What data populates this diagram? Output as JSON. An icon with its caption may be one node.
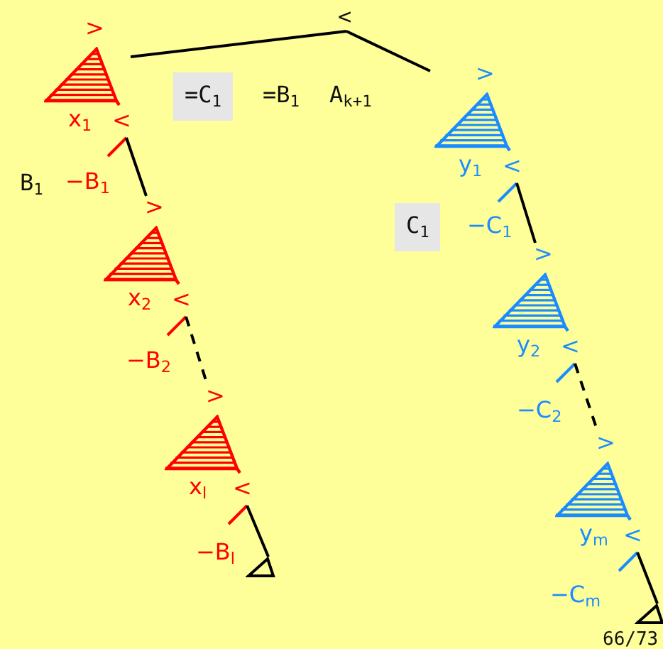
{
  "diagram": {
    "nodes": [
      {
        "text": [
          "<"
        ]
      },
      {
        "text": [
          "x$_{1}$"
        ],
        "beside": [
          ">",
          "<"
        ]
      },
      {
        "text": [
          "x$_{2}$"
        ],
        "beside": [
          ">",
          "<"
        ]
      },
      {
        "text": [
          "x$_{l}$"
        ],
        "beside": [
          ">",
          "<"
        ]
      },
      {
        "text": [],
        "shape": "triangle"
      },
      {
        "text": [
          "y$_{1}$"
        ],
        "beside": [
          ">",
          "<"
        ]
      },
      {
        "text": [
          "y$_{2}$"
        ],
        "beside": [
          ">",
          "<"
        ]
      },
      {
        "text": [
          "y$_{m}$"
        ],
        "beside": [
          ">",
          "<"
        ]
      },
      {
        "text": [],
        "shape": "triangle"
      }
    ],
    "edges": [
      {
        "from": 0,
        "to": 1,
        "arrow": "none"
      },
      {
        "from": 0,
        "to": 5,
        "arrow": "none"
      },
      {
        "from": 1,
        "to": 2,
        "arrow": "none",
        "label": "−B$_{1}$"
      },
      {
        "from": 2,
        "to": 3,
        "arrow": "none",
        "label": "−B$_{2}$",
        "style": "dashed"
      },
      {
        "from": 3,
        "to": 4,
        "arrow": "none",
        "label": "−B$_{l}$"
      },
      {
        "from": 5,
        "to": 6,
        "arrow": "none",
        "label": "−C$_{1}$"
      },
      {
        "from": 6,
        "to": 7,
        "arrow": "none",
        "label": "−C$_{2}$",
        "style": "dashed"
      },
      {
        "from": 7,
        "to": 8,
        "arrow": "none",
        "label": "−C$_{m}$"
      }
    ],
    "labels": [
      "=C$_{1}$",
      "=B$_{1}$",
      "A$_{k+1}$",
      "B$_{1}$",
      "C$_{1}$",
      "66/73"
    ]
  }
}
